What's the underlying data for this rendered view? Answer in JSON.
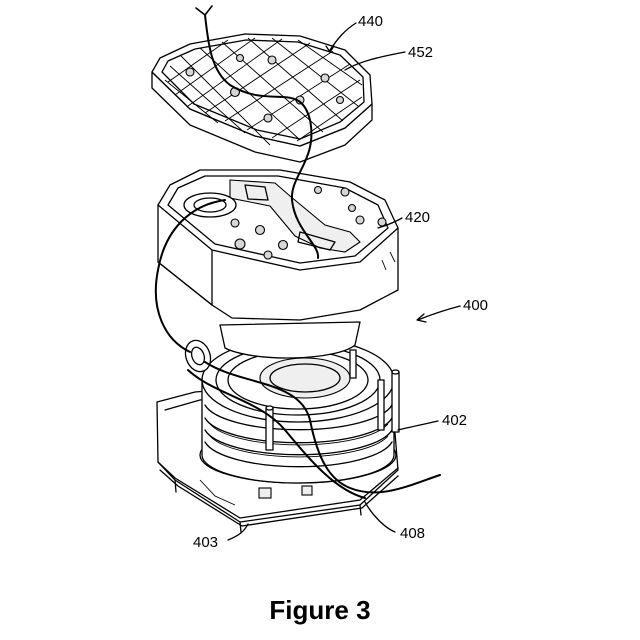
{
  "caption": "Figure 3",
  "labels": {
    "l440": "440",
    "l452": "452",
    "l420": "420",
    "l400": "400",
    "l402": "402",
    "l403": "403",
    "l408": "408"
  }
}
